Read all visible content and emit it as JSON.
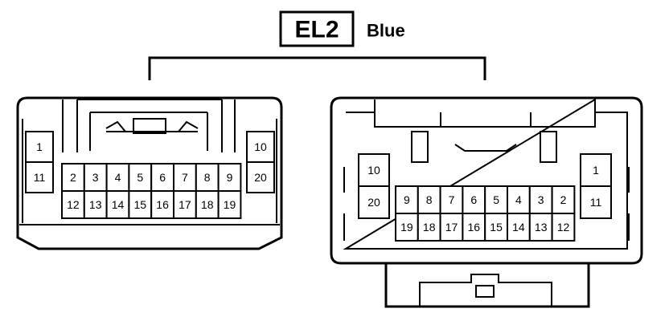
{
  "connector": {
    "code": "EL2",
    "color": "Blue"
  },
  "left_connector": {
    "view": "male",
    "side_left": [
      "1",
      "11"
    ],
    "row_top": [
      "2",
      "3",
      "4",
      "5",
      "6",
      "7",
      "8",
      "9"
    ],
    "row_bottom": [
      "12",
      "13",
      "14",
      "15",
      "16",
      "17",
      "18",
      "19"
    ],
    "side_right": [
      "10",
      "20"
    ]
  },
  "right_connector": {
    "view": "female",
    "side_left": [
      "10",
      "20"
    ],
    "row_top": [
      "9",
      "8",
      "7",
      "6",
      "5",
      "4",
      "3",
      "2"
    ],
    "row_bottom": [
      "19",
      "18",
      "17",
      "16",
      "15",
      "14",
      "13",
      "12"
    ],
    "side_right": [
      "1",
      "11"
    ]
  }
}
